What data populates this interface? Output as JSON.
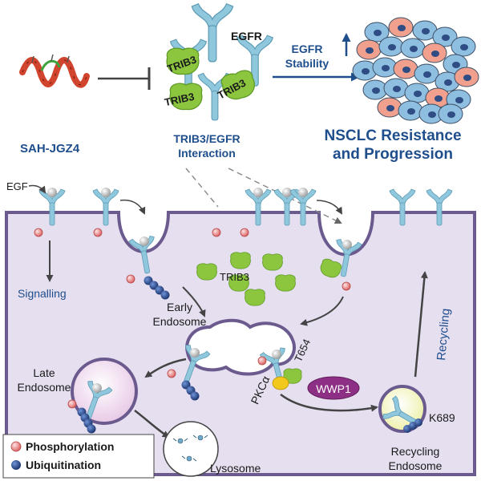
{
  "labels": {
    "egfr_top": "EGFR",
    "trib3_a": "TRIB3",
    "trib3_b": "TRIB3",
    "trib3_c": "TRIB3",
    "trib3_cytosol": "TRIB3",
    "sah": "SAH-JGZ4",
    "interaction_1": "TRIB3/EGFR",
    "interaction_2": "Interaction",
    "stability_1": "EGFR",
    "stability_2": "Stability",
    "outcome_1": "NSCLC Resistance",
    "outcome_2": "and Progression",
    "egf": "EGF",
    "signalling": "Signalling",
    "early_1": "Early",
    "early_2": "Endosome",
    "late_1": "Late",
    "late_2": "Endosome",
    "lysosome": "Lysosome",
    "pkca": "PKCα",
    "t654": "T654",
    "wwp1": "WWP1",
    "k689": "K689",
    "recycling": "Recycling",
    "recycling_endo_1": "Recycling",
    "recycling_endo_2": "Endosome"
  },
  "legend": {
    "phosphorylation": "Phosphorylation",
    "ubiquitination": "Ubiquitination"
  },
  "colors": {
    "receptor": "#8fc7dd",
    "trib3": "#8cc63f",
    "cytosol": "#e6dff0",
    "membrane": "#6b5a8e",
    "phospho": "#e87878",
    "ubiquitin": "#1f3f7a",
    "pkca": "#f2c81d",
    "wwp1": "#8e2f86",
    "text_blue": "#1f4e8c",
    "cell_pink": "#f2a08e",
    "cell_blue": "#8fbfe0"
  }
}
